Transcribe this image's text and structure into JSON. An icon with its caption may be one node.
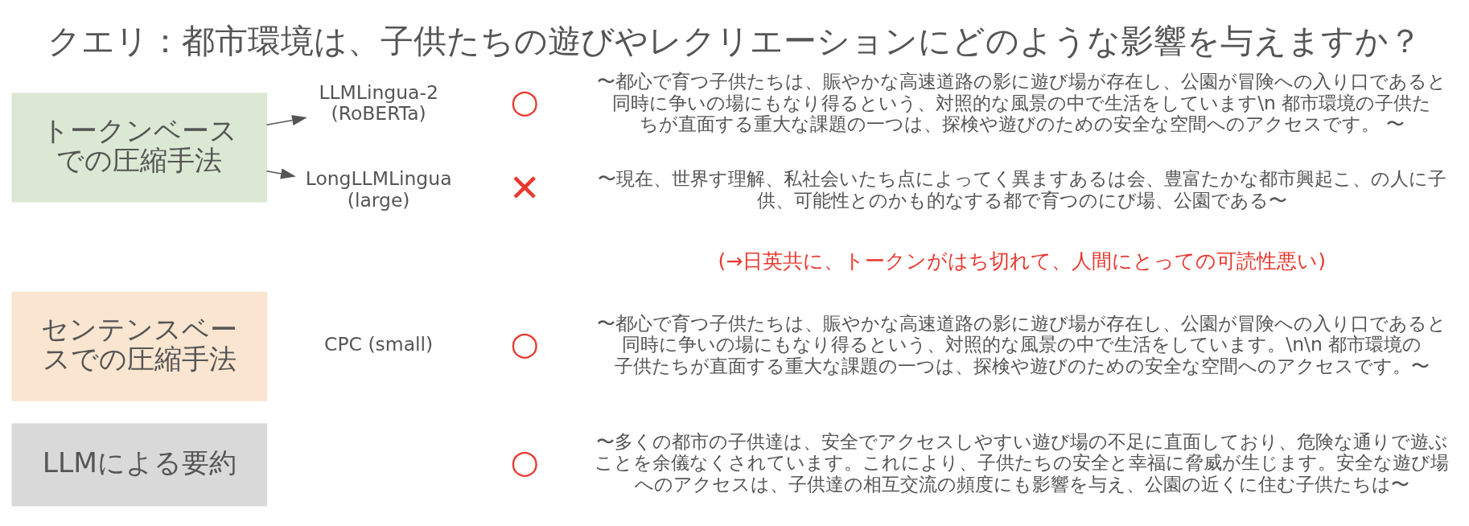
{
  "diagram": {
    "title": "クエリ：都市環境は、子供たちの遊びやレクリエーションにどのような影響を与えますか？",
    "nodes": [
      {
        "text": [
          "LLMによる要約"
        ]
      },
      {
        "text": [
          "センテンスベースでの圧縮手法"
        ]
      },
      {
        "text": [
          "トークンベースでの圧縮手法"
        ]
      },
      {
        "text": [
          "LLMLingua-2 (RoBERTa)"
        ]
      },
      {
        "text": [
          "LongLLMLingua (large)"
        ]
      }
    ],
    "edges": [
      {
        "from": 2,
        "to": 3,
        "arrow": "to"
      },
      {
        "from": 2,
        "to": 4,
        "arrow": "to"
      }
    ],
    "labels": [
      "○",
      "〜多くの都市の子供達は、安全でアクセスしやすい遊び場の不足に直面しており、危険な通りで遊ぶことを余儀なくされています。これにより、子供たちの安全と幸福に脅威が生じます。安全な遊び場へのアクセスは、子供達の相互交流の頻度にも影響を与え、公園の近くに住む子供たちは〜",
      "CPC (small)",
      "○",
      "〜都心で育つ子供たちは、賑やかな高速道路の影に遊び場が存在し、公園が冒険への入り口であると同時に争いの場にもなり得るという、対照的な風景の中で生活をしています。\\n\\n 都市環境の子供たちが直面する重大な課題の一つは、探検や遊びのための安全な空間へのアクセスです。〜",
      "○",
      "〜都心で育つ子供たちは、賑やかな高速道路の影に遊び場が存在し、公園が冒険への入り口であると同時に争いの場にもなり得るという、対照的な風景の中で生活をしています\\n 都市環境の子供たちが直面する重大な課題の一つは、探検や遊びのための安全な空間へのアクセスです。 〜",
      "✕",
      "〜現在、世界す理解、私社会いたち点によってく異ますあるは会、豊富たかな都市興起こ、の人に子供、可能性とのかも的なする都で育つのにび場、公園である〜",
      "(→日英共に、トークンがはち切れて、人間にとっての可読性悪い)"
    ]
  }
}
